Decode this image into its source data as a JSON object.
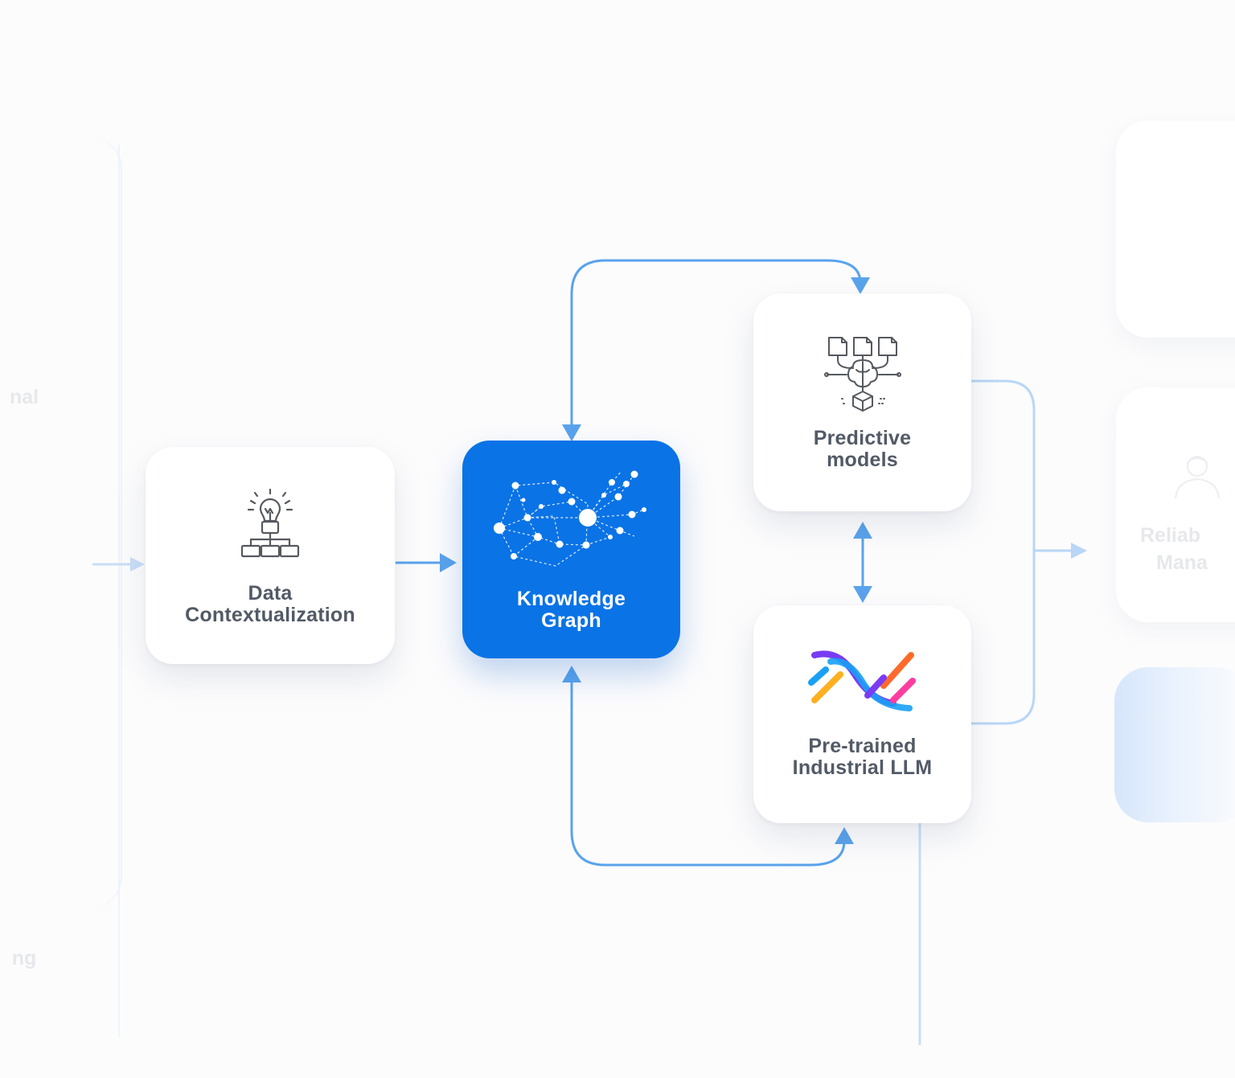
{
  "nodes": {
    "data_contextualization": {
      "line1": "Data",
      "line2": "Contextualization"
    },
    "knowledge_graph": {
      "line1": "Knowledge",
      "line2": "Graph"
    },
    "predictive_models": {
      "line1": "Predictive",
      "line2": "models"
    },
    "pretrained_llm": {
      "line1": "Pre-trained",
      "line2": "Industrial LLM"
    }
  },
  "faded": {
    "left_top": "nal",
    "left_bottom": "ng",
    "right_line1": "Reliab",
    "right_line2": "Mana"
  },
  "colors": {
    "accent": "#0a73e6",
    "connector": "#5aa3ec",
    "connector_light": "#b9d6f6",
    "label": "#525a66",
    "llm_logo": [
      "#7a3cf2",
      "#19a0f5",
      "#ff3da0",
      "#ffb020",
      "#ff6a2a"
    ]
  },
  "icons": {
    "data_contextualization": "lightbulb-hierarchy-icon",
    "knowledge_graph": "network-graph-icon",
    "predictive_models": "documents-brain-cube-icon",
    "pretrained_llm": "llm-wave-logo-icon",
    "faded_right": "worker-icon"
  }
}
